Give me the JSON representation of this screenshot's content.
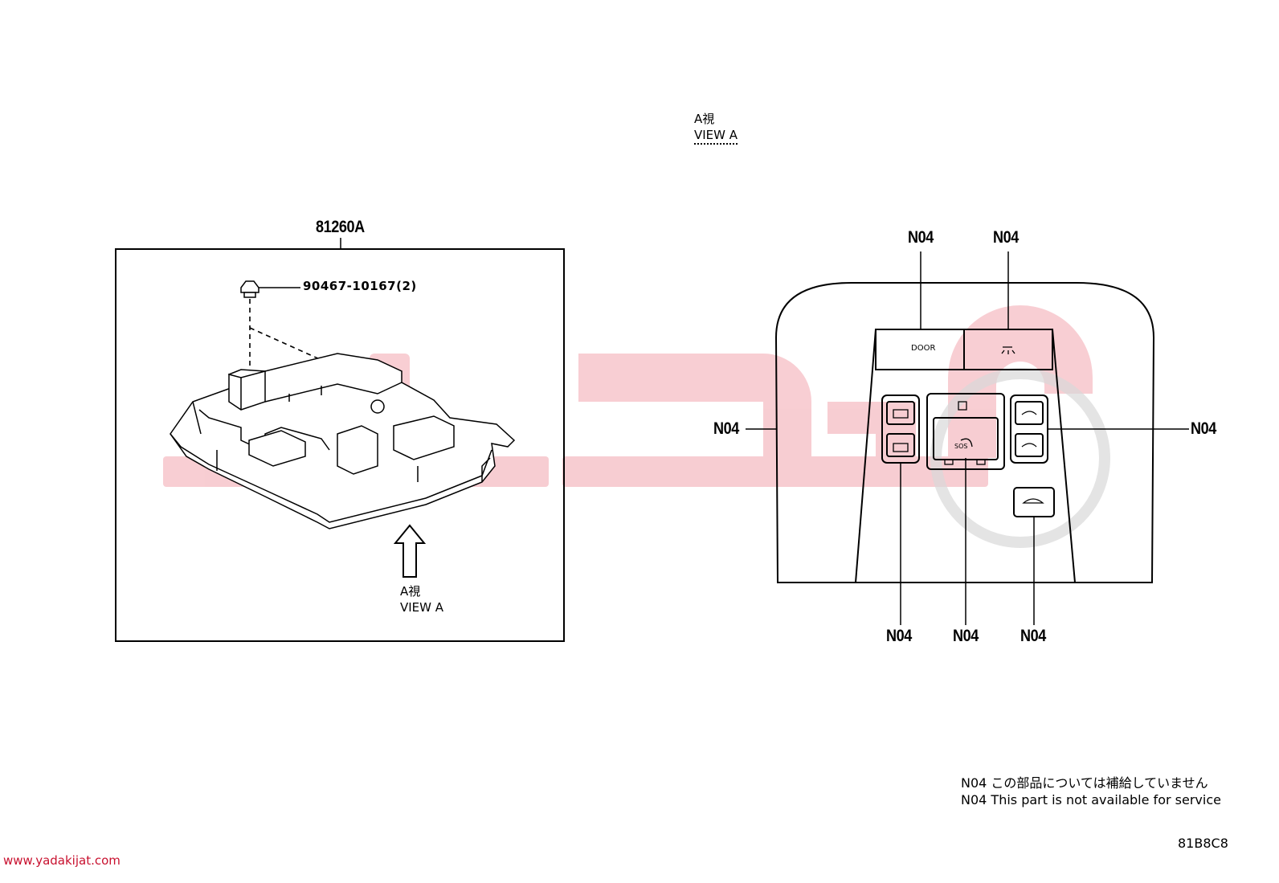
{
  "watermark": {
    "url": "www.yadakijat.com"
  },
  "left_panel": {
    "assembly_label": "81260A",
    "part_label": "90467-10167(2)",
    "view_jp": "A視",
    "view_en": "VIEW A"
  },
  "right_panel": {
    "view_jp": "A視",
    "view_en": "VIEW A",
    "callouts": [
      "N04",
      "N04",
      "N04",
      "N04",
      "N04",
      "N04",
      "N04"
    ],
    "door_button": "DOOR",
    "sos_button": "SOS"
  },
  "notes": {
    "jp": "N04 この部品については補給していません",
    "en": "N04 This part is not available for service"
  },
  "figure_code": "81B8C8"
}
